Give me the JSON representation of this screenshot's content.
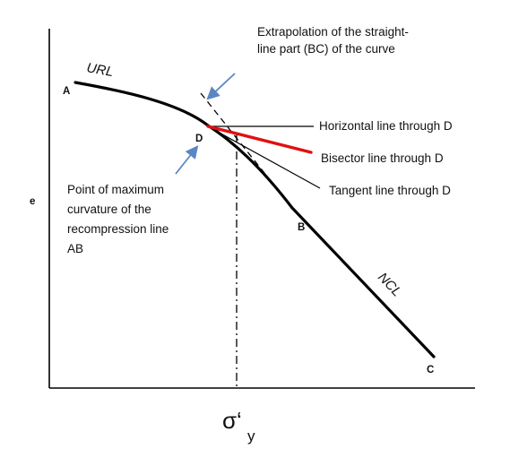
{
  "diagram": {
    "axis_label_y": "e",
    "curve_labels": {
      "url": "URL",
      "ncl": "NCL"
    },
    "points": {
      "a": "A",
      "b": "B",
      "c": "C",
      "d": "D"
    },
    "annotations": {
      "extrapolation_line1": "Extrapolation of the straight-",
      "extrapolation_line2": "line part (BC) of the curve",
      "horizontal": "Horizontal line through D",
      "bisector": "Bisector line through D",
      "tangent": "Tangent line through D",
      "max_curvature_line1": "Point of maximum",
      "max_curvature_line2": "curvature of the",
      "max_curvature_line3": "recompression line",
      "max_curvature_line4": "AB"
    },
    "x_marker": {
      "symbol": "σ‘",
      "subscript": "y"
    },
    "colors": {
      "curve": "#000000",
      "bisector": "#e01010",
      "arrow": "#5b86c2"
    }
  }
}
